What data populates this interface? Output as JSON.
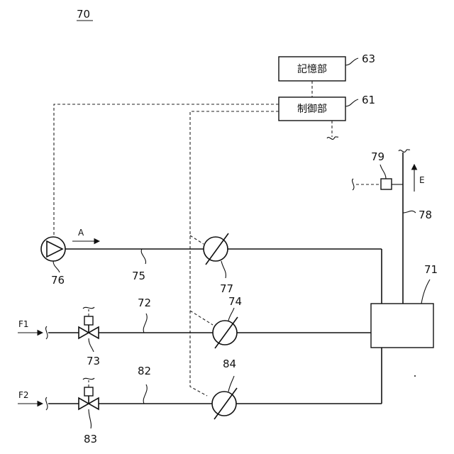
{
  "figure": {
    "number": "70",
    "boxes": {
      "storage": "記憶部",
      "control": "制御部",
      "tank": ""
    },
    "refs": {
      "r63": "63",
      "r61": "61",
      "r79": "79",
      "r78": "78",
      "r71": "71",
      "r75": "75",
      "r76": "76",
      "r77": "77",
      "r72": "72",
      "r74": "74",
      "r73": "73",
      "r82": "82",
      "r84": "84",
      "r83": "83"
    },
    "flow_labels": {
      "a": "A",
      "e": "E",
      "f1": "F1",
      "f2": "F2"
    }
  }
}
